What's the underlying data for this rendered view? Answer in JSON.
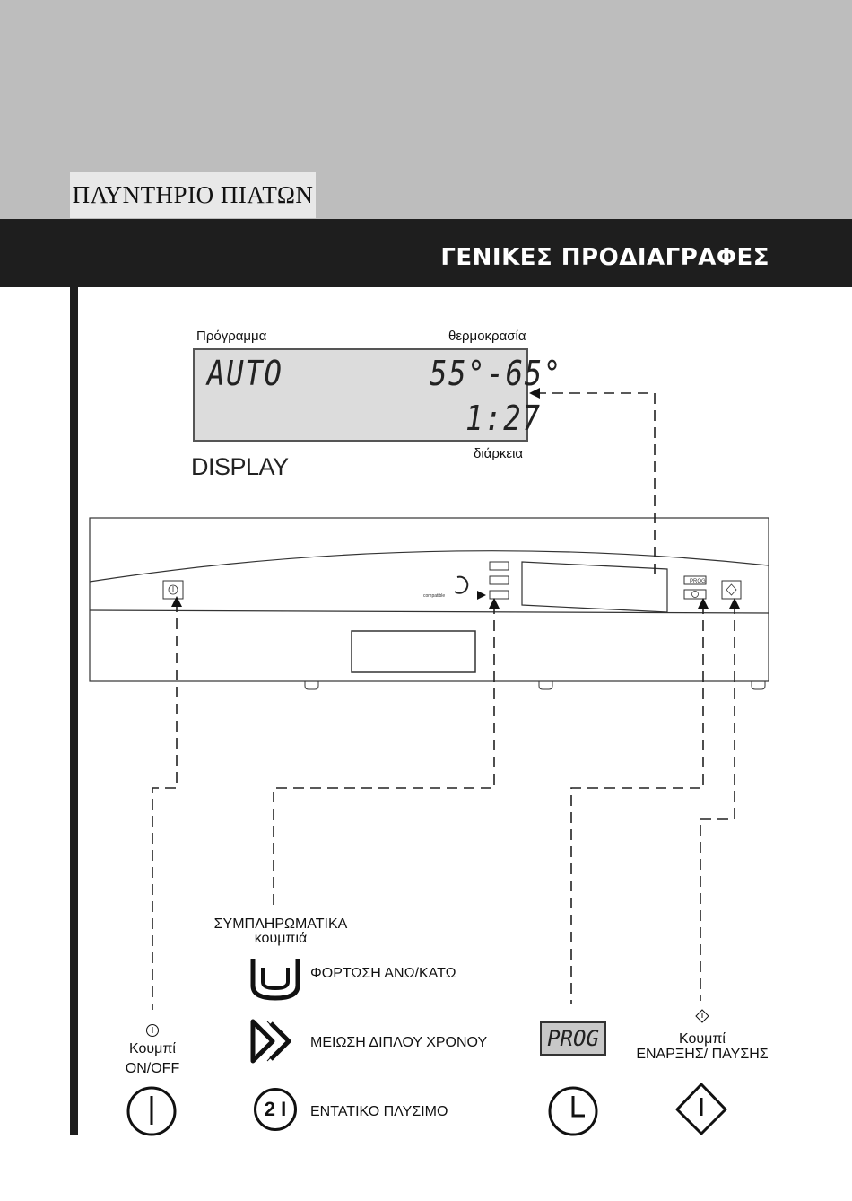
{
  "header": {
    "category_title": "ΠΛΥΝΤΗΡΙΟ ΠΙΑΤΩΝ",
    "section_title": "ΓΕΝΙΚΕΣ ΠΡΟΔΙΑΓΡΑΦΕΣ"
  },
  "display": {
    "label_program": "Πρόγραμμα",
    "label_temperature": "θερμοκρασία",
    "label_duration": "διάρκεια",
    "program_value": "AUTO",
    "temperature_value": "55°-65°",
    "duration_value": "1:27",
    "caption": "DISPLAY"
  },
  "panel": {
    "brand_text": "compatible",
    "prog_small": "PROG"
  },
  "features": {
    "additional_title_line1": "ΣΥΜΠΛΗΡΩΜΑΤΙΚΑ",
    "additional_title_line2": "κουμπιά",
    "load_label": "ΦΟΡΤΩΣΗ ΑΝΩ/ΚΑΤΩ",
    "double_time_label": "ΜΕΙΩΣΗ ΔΙΠΛΟΥ ΧΡΟΝΟΥ",
    "intensive_label": "ΕΝΤΑΤΙΚΟ ΠΛΥΣΙΜΟ",
    "intensive_icon_text": "2 I",
    "onoff_line1": "Κουμπί",
    "onoff_line2": "ON/OFF",
    "prog_display": "PROG",
    "startpause_line1": "Κουμπί",
    "startpause_line2": "ΕΝΑΡΞΗΣ/ ΠΑΥΣΗΣ"
  }
}
